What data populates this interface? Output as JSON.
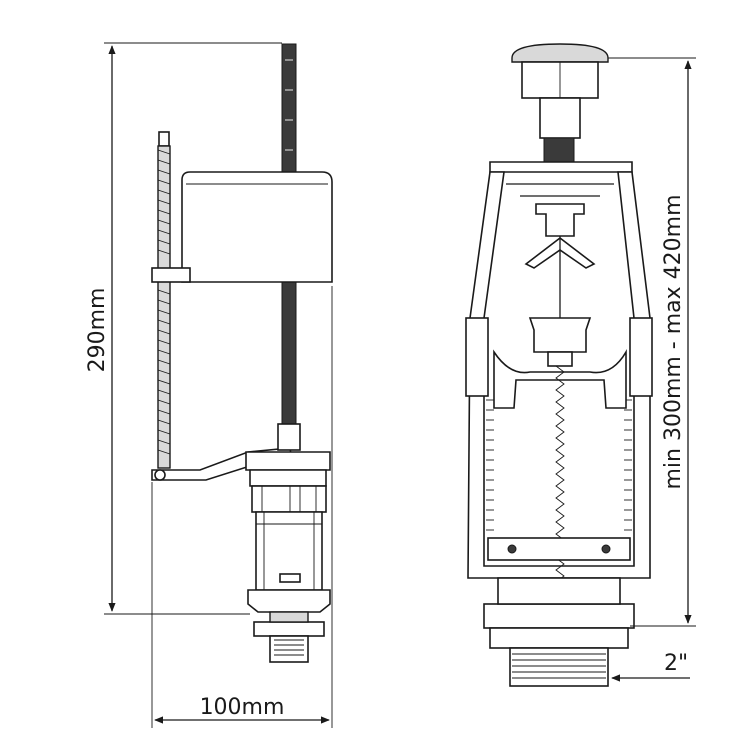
{
  "dimensions": {
    "height_left": "290mm",
    "width_bottom": "100mm",
    "height_right": "min 300mm - max 420mm",
    "thread": "2\""
  },
  "colors": {
    "line": "#1a1a1a",
    "background": "#ffffff",
    "fill": "#d9d9d9"
  }
}
